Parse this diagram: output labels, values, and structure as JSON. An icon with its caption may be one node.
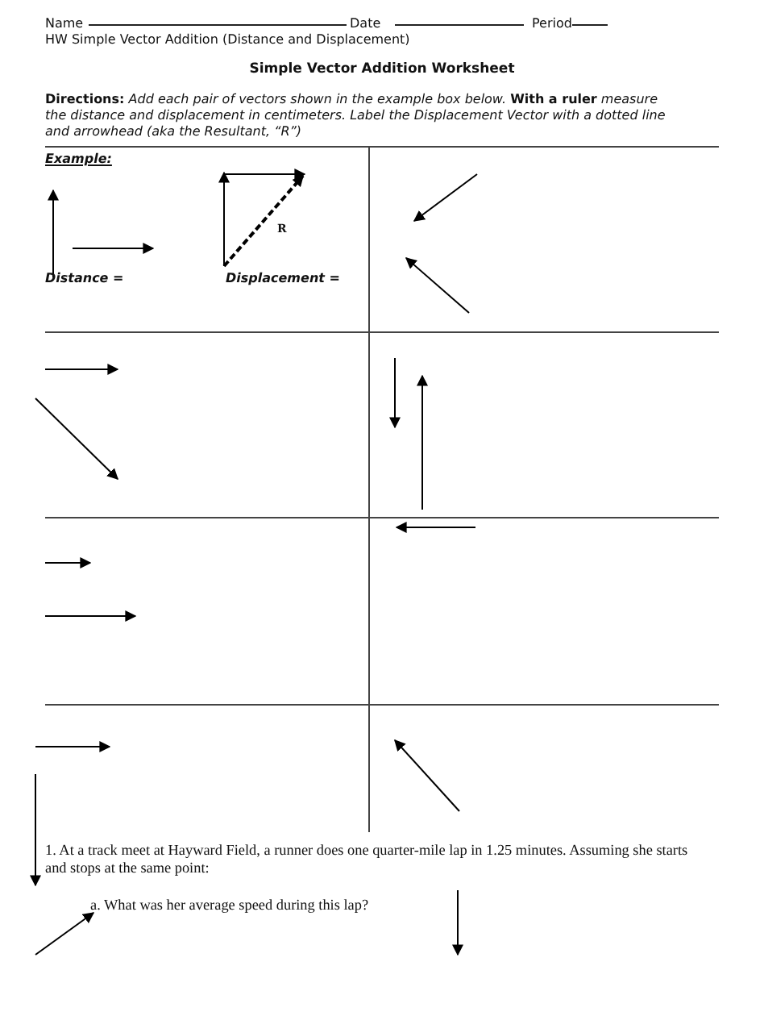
{
  "diagram": {
    "title": "Simple Vector Addition Worksheet",
    "labels": [
      "Name",
      "Date",
      "Period",
      "HW Simple Vector Addition (Distance and Displacement)",
      "**Directions:** *Add each pair of vectors shown in the example box below.* **With a ruler** *measure the distance and displacement in centimeters. Label the Displacement Vector with a dotted line and arrowhead (aka the Resultant, “R”)*",
      "Example:",
      "R",
      "Distance =",
      "Displacement =",
      "1. At a track meet at Hayward Field, a runner does one quarter-mile lap in 1.25 minutes. Assuming she starts and stops at the same point:",
      "a. What was her average speed during this lap?"
    ]
  }
}
